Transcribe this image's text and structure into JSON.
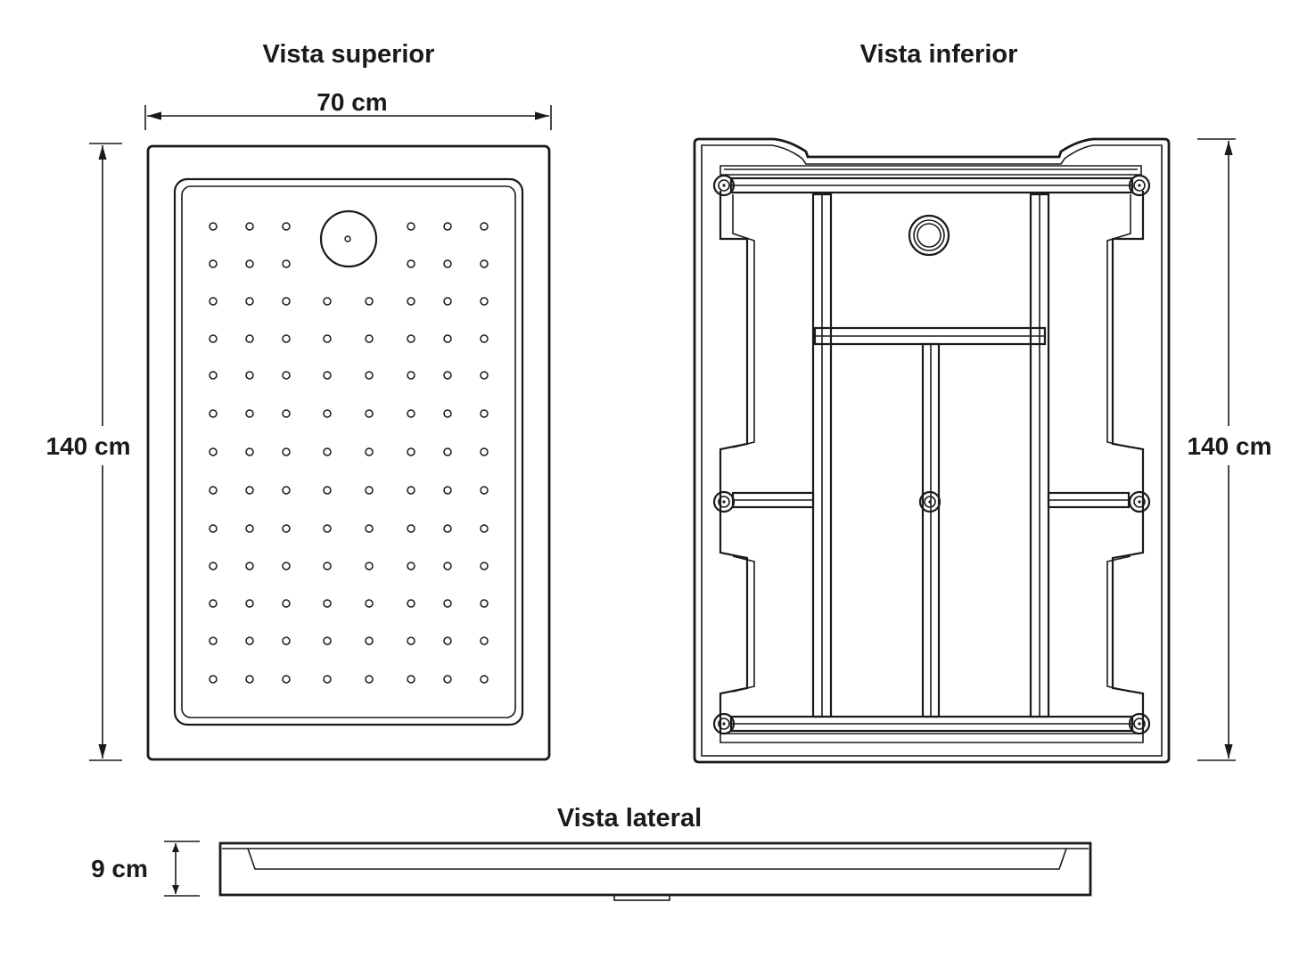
{
  "views": {
    "top": {
      "title": "Vista superior",
      "width_label": "70 cm",
      "length_label": "140 cm"
    },
    "bottom": {
      "title": "Vista inferior",
      "length_label": "140 cm"
    },
    "side": {
      "title": "Vista lateral",
      "height_label": "9 cm"
    }
  },
  "colors": {
    "line": "#1a1a1a",
    "background": "#ffffff"
  }
}
